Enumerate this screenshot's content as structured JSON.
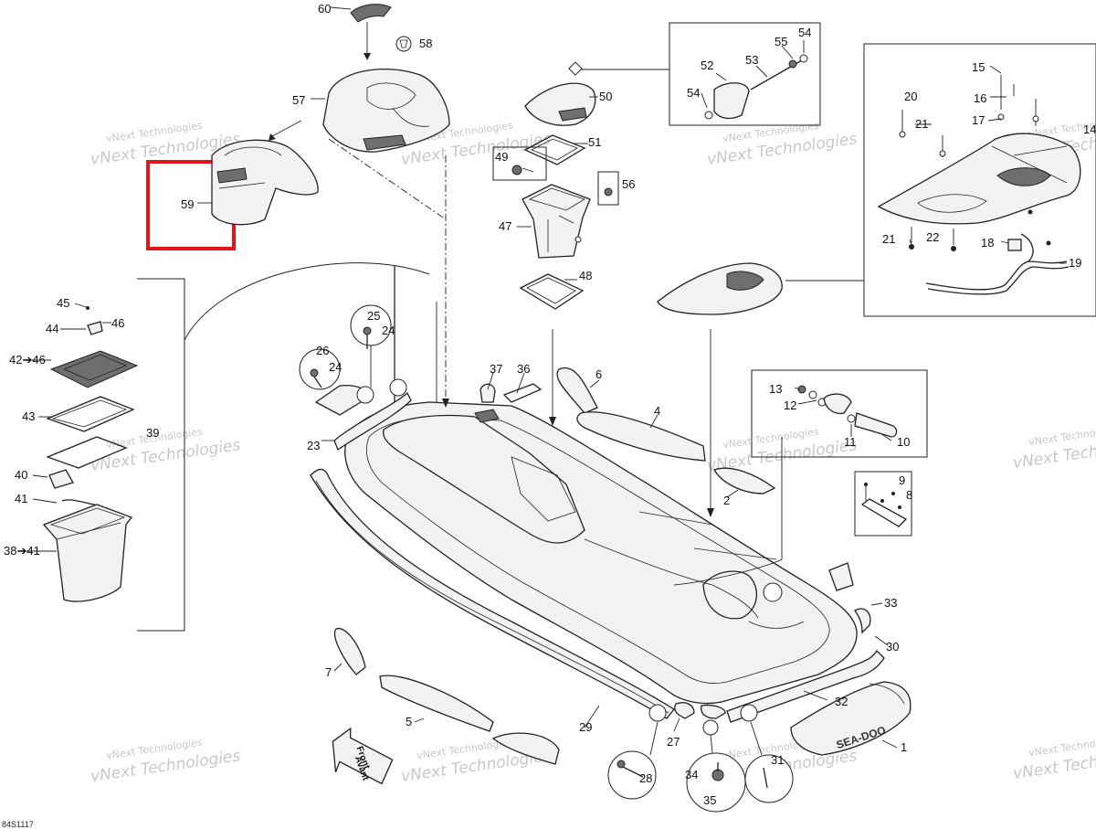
{
  "diagram": {
    "code": "84S1117",
    "watermark": {
      "small": "vNext Technologies",
      "large": "vNext Technologies"
    },
    "front_arrow": {
      "line1": "Front",
      "line2": "Avant"
    },
    "brand": "SEA-DOO",
    "highlight_color": "#e0161b",
    "labels": {
      "p1": "1",
      "p2": "2",
      "p4": "4",
      "p5": "5",
      "p6": "6",
      "p7": "7",
      "p8": "8",
      "p9": "9",
      "p10": "10",
      "p11": "11",
      "p12": "12",
      "p13": "13",
      "p14": "14",
      "p15": "15",
      "p16": "16",
      "p17": "17",
      "p18": "18",
      "p19": "19",
      "p20": "20",
      "p21": "21",
      "p21b": "21",
      "p22": "22",
      "p23": "23",
      "p24a": "24",
      "p24b": "24",
      "p25": "25",
      "p26": "26",
      "p27": "27",
      "p28": "28",
      "p29": "29",
      "p30": "30",
      "p31": "31",
      "p32": "32",
      "p33": "33",
      "p34": "34",
      "p35": "35",
      "p36": "36",
      "p37": "37",
      "p38": "38➔41",
      "p39": "39",
      "p40": "40",
      "p41": "41",
      "p42": "42➔46",
      "p43": "43",
      "p44": "44",
      "p45": "45",
      "p46": "46",
      "p47": "47",
      "p48": "48",
      "p49": "49",
      "p50": "50",
      "p51": "51",
      "p52": "52",
      "p53": "53",
      "p54a": "54",
      "p54b": "54",
      "p55": "55",
      "p56": "56",
      "p57": "57",
      "p58": "58",
      "p59": "59",
      "p60": "60"
    }
  }
}
